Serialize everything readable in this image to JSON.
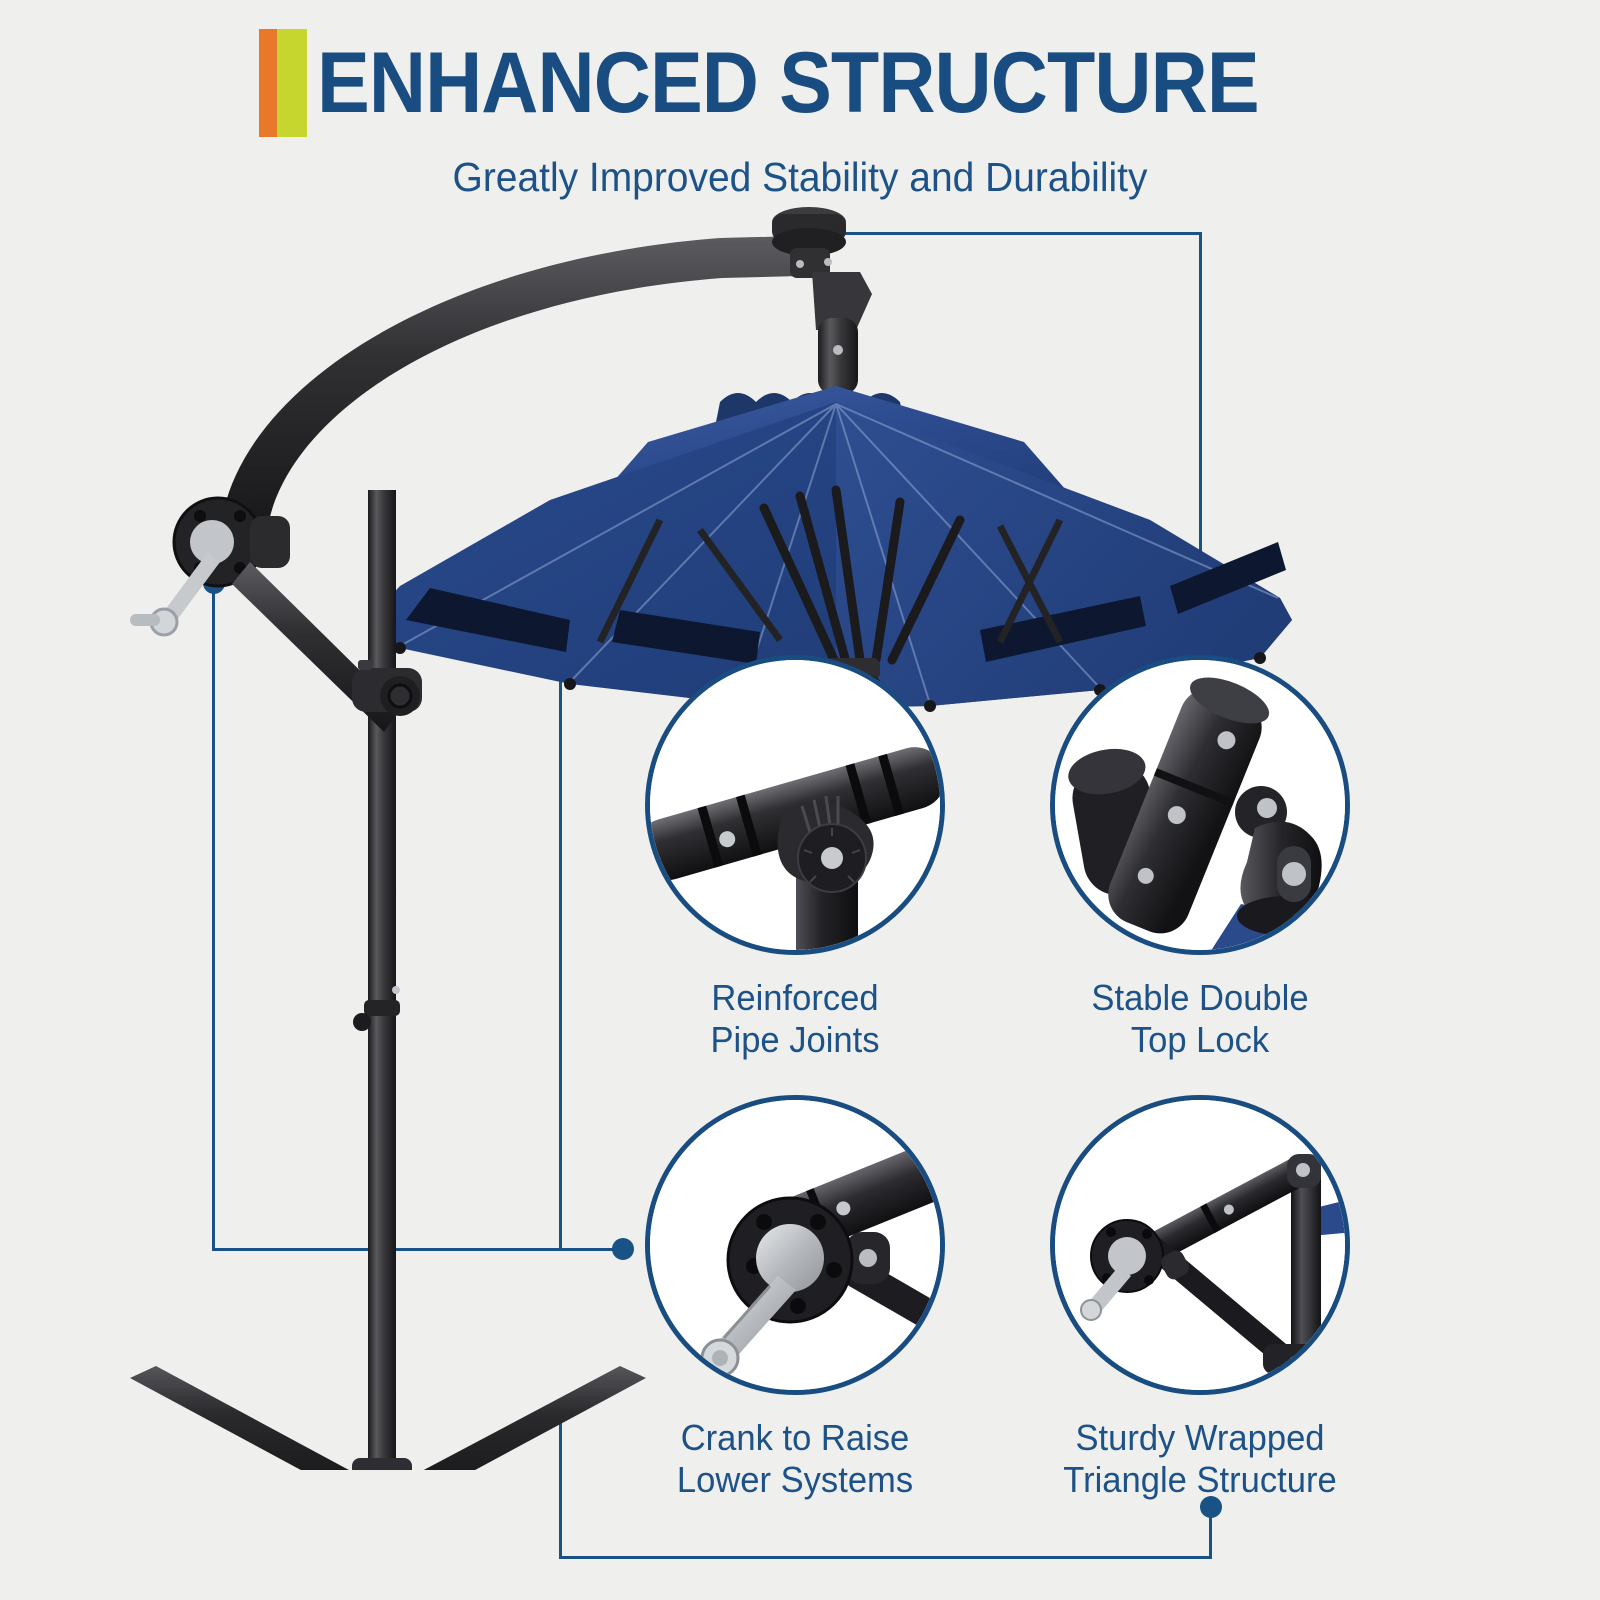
{
  "header": {
    "title": "ENHANCED STRUCTURE",
    "subtitle": "Greatly Improved Stability and Durability",
    "accent_bar_1_color": "#e8792b",
    "accent_bar_2_color": "#c7d62f",
    "title_color": "#194c80",
    "subtitle_color": "#1d5288"
  },
  "colors": {
    "background": "#efefed",
    "brand_blue": "#194c80",
    "canopy_blue": "#2a4a8c",
    "canopy_blue_dark": "#1f3a70",
    "frame_black": "#2b2b2d",
    "metal_silver": "#c9cdd1"
  },
  "product": {
    "name": "cantilever-offset-patio-umbrella",
    "canopy_color_name": "navy-blue",
    "frame_color_name": "black"
  },
  "features": [
    {
      "id": "reinforced-pipe-joints",
      "line1": "Reinforced",
      "line2": "Pipe Joints",
      "icon": "pipe-tee-joint-photo"
    },
    {
      "id": "stable-double-top-lock",
      "line1": "Stable Double",
      "line2": "Top Lock",
      "icon": "top-lock-hinge-photo"
    },
    {
      "id": "crank-to-raise-lower-systems",
      "line1": "Crank to Raise",
      "line2": "Lower Systems",
      "icon": "crank-handle-photo"
    },
    {
      "id": "sturdy-wrapped-triangle-structure",
      "line1": "Sturdy Wrapped",
      "line2": "Triangle Structure",
      "icon": "triangle-brace-photo"
    }
  ]
}
